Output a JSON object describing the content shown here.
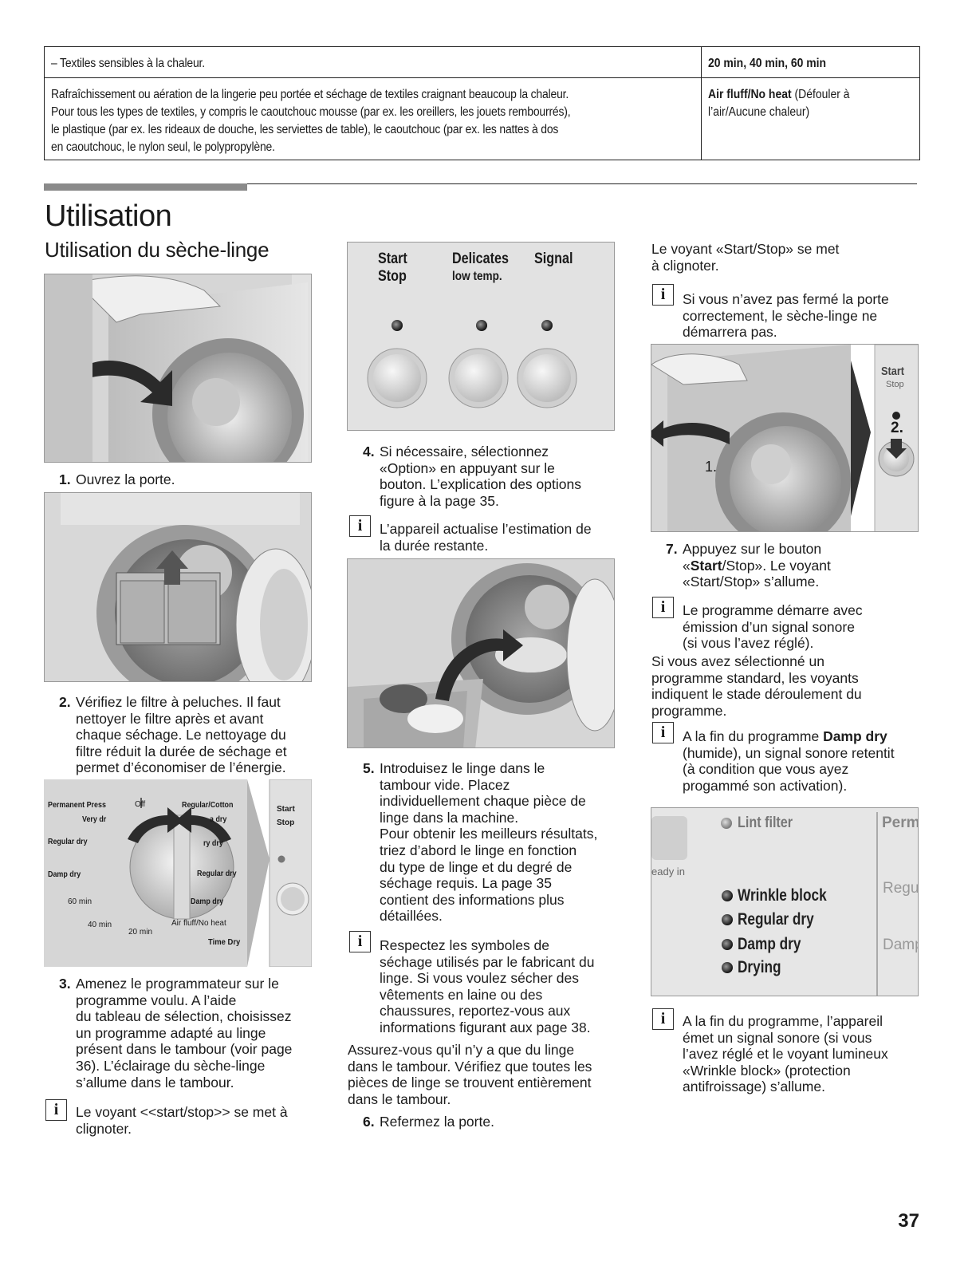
{
  "table": {
    "row1": {
      "desc": "– Textiles sensibles à la chaleur.",
      "value": "20 min, 40 min, 60 min"
    },
    "row2": {
      "desc_lines": [
        "Rafraîchissement ou aération de la lingerie peu portée et séchage de textiles craignant beaucoup la chaleur.",
        "Pour tous les types de textiles, y compris le caoutchouc mousse (par ex. les oreillers, les jouets rembourrés),",
        "le plastique (par ex. les rideaux de douche, les serviettes de table), le caoutchouc (par ex. les nattes à dos",
        "en caoutchouc, le nylon seul, le polypropylène."
      ],
      "value_bold": "Air fluff/No heat",
      "value_rest_1": " (Défouler à",
      "value_rest_2": "l’air/Aucune chaleur)"
    }
  },
  "section": {
    "title": "Utilisation",
    "subtitle": "Utilisation du sèche-linge"
  },
  "col1": {
    "step1": {
      "num": "1.",
      "lines": [
        "Ouvrez la porte."
      ]
    },
    "step2": {
      "num": "2.",
      "lines": [
        "Vérifiez le filtre à peluches. Il faut",
        "nettoyer le filtre après et avant",
        "chaque séchage. Le nettoyage du",
        "filtre réduit la durée de séchage et",
        "permet d’économiser de l’énergie."
      ]
    },
    "step3": {
      "num": "3.",
      "lines": [
        "Amenez le programmateur sur le",
        "programme voulu. A l’aide",
        "du tableau de sélection, choisissez",
        "un programme adapté au linge",
        "présent dans le tambour (voir page",
        "36). L’éclairage du sèche-linge",
        "s’allume dans le tambour."
      ]
    },
    "info1": {
      "icon": "i",
      "lines": [
        "Le voyant <<start/stop>> se met à",
        "clignoter."
      ]
    },
    "dial": {
      "permanent_press": "Permanent Press",
      "off": "Off",
      "regular_cotton": "Regular/Cotton",
      "very_dry_left": "Very dr",
      "very_dry_right": "ry dry",
      "extra_dry": "a dry",
      "regular_dry_l": "Regular dry",
      "regular_dry_r": "Regular dry",
      "damp_dry_l": "Damp dry",
      "damp_dry_r": "Damp dry",
      "min60": "60 min",
      "min40": "40 min",
      "min20": "20 min",
      "air_fluff": "Air fluff/No heat",
      "time_dry": "Time Dry",
      "start": "Start",
      "stop": "Stop"
    }
  },
  "col2": {
    "panel": {
      "start": "Start",
      "stop": "Stop",
      "delicates": "Delicates",
      "low_temp": "low temp.",
      "signal": "Signal"
    },
    "step4": {
      "num": "4.",
      "lines": [
        "Si nécessaire, sélectionnez",
        "«Option» en appuyant sur le",
        "bouton. L’explication des options",
        "figure à la page 35."
      ]
    },
    "info2": {
      "icon": "i",
      "lines": [
        "L’appareil actualise l’estimation de",
        "la durée restante."
      ]
    },
    "step5": {
      "num": "5.",
      "lines": [
        "Introduisez le linge dans le",
        "tambour vide. Placez",
        "individuellement chaque pièce de",
        "linge dans la machine.",
        "Pour obtenir les meilleurs résultats,",
        "triez d’abord le linge en fonction",
        "du type de linge et du degré de",
        "séchage requis. La page 35",
        "contient des informations plus",
        "détaillées."
      ]
    },
    "info3": {
      "icon": "i",
      "lines": [
        "Respectez les symboles de",
        "séchage utilisés par le fabricant du",
        "linge. Si vous voulez sécher des",
        "vêtements en laine ou des",
        "chaussures, reportez-vous aux",
        "informations figurant aux page 38."
      ]
    },
    "para": [
      "Assurez-vous qu’il n’y a que du linge",
      "dans le tambour. Vérifiez que toutes les",
      "pièces de linge se trouvent entièrement",
      "dans le tambour."
    ],
    "step6": {
      "num": "6.",
      "lines": [
        "Refermez la porte."
      ]
    }
  },
  "col3": {
    "intro": [
      "Le voyant «Start/Stop» se met",
      "à clignoter."
    ],
    "info4": {
      "icon": "i",
      "lines": [
        "Si vous n’avez pas fermé la porte",
        "correctement, le sèche-linge ne",
        "démarrera pas."
      ]
    },
    "fig_labels": {
      "start": "Start",
      "stop": "Stop",
      "two": "2.",
      "one": "1."
    },
    "step7": {
      "num": "7.",
      "line1_pre": "Appuyez sur le bouton",
      "line2_pre": "«",
      "line2_bold": "Start",
      "line2_post": "/Stop». Le voyant",
      "line3": "«Start/Stop» s’allume."
    },
    "info5": {
      "icon": "i",
      "lines": [
        "Le programme démarre avec",
        "émission d’un signal sonore",
        "(si vous l’avez réglé)."
      ]
    },
    "para": [
      "Si vous avez sélectionné un",
      "programme standard, les voyants",
      "indiquent le stade déroulement du",
      "programme."
    ],
    "info6": {
      "icon": "i",
      "line1_pre": "A la fin du programme ",
      "line1_bold": "Damp dry",
      "lines": [
        "(humide), un signal sonore retentit",
        "(à condition que vous ayez",
        "progammé son activation)."
      ]
    },
    "display": {
      "lint_filter": "Lint filter",
      "perm": "Perm",
      "ready_in": "eady in",
      "wrinkle": "Wrinkle block",
      "regular_dry": "Regular dry",
      "damp_dry": "Damp dry",
      "drying": "Drying",
      "regul": "Regul",
      "damp": "Damp"
    },
    "info7": {
      "icon": "i",
      "lines": [
        "A la fin du programme, l’appareil",
        "émet un signal sonore (si vous",
        "l’avez réglé et le voyant lumineux",
        "«Wrinkle block» (protection",
        "antifroissage) s’allume."
      ]
    }
  },
  "page_number": "37"
}
